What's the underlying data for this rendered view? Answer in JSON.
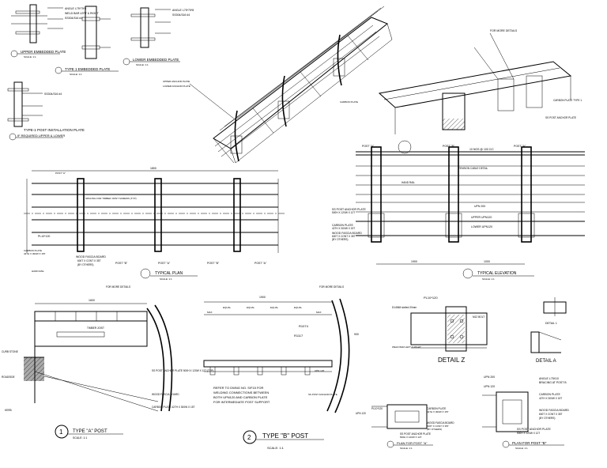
{
  "titles": {
    "upper_embedded": "UPPER EMBEDDED PLATE",
    "type1_embedded": "TYPE 1 EMBEDDED PLATE",
    "lower_embedded": "LOWER EMBEDDED PLATE",
    "type1_post_install": "TYPE-1 POST INSTALLATION PLATE",
    "type1_post_install_sub": "IF REQUIRED UPPER & LOWER",
    "typical_plan": "TYPICAL PLAN",
    "typical_elevation": "TYPICAL ELEVATION",
    "type_a_post": "TYPE \"A\" POST",
    "type_b_post": "TYPE \"B\" POST",
    "detail_z": "DETAIL Z",
    "detail_a": "DETAIL A",
    "plan_post_a": "PLAN FOR POST \"A\"",
    "plan_post_b": "PLAN FOR POST \"B\"",
    "scale_11": "SCALE: 1:1",
    "num_1": "1",
    "num_2": "2"
  },
  "labels": {
    "angle_l": "ANGLE L75*75*8",
    "weld_bar": "WELD BAR LEFT & RIGHT",
    "ss304": "SS304/316 #4",
    "post_a": "POST \"A\"",
    "post_b": "POST \"B\"",
    "carbon_plate": "CARBON PLATE",
    "carbon_plate_dim": "427H X 300W X 15T",
    "wood_fascia": "WOOD FASCIA BOARD",
    "wood_fascia_dim": "600T X CONT X 35T",
    "by_others": "(BY OTHERS)",
    "ss_post_anchor": "SS POST ANCHOR PLATE",
    "ss_post_anchor_dim": "500H X 120W X 12T",
    "upn200": "UPN 200",
    "upn120": "UPN 120",
    "upper_upn120": "UPPER UPN120",
    "lower_upn120": "LOWER UPN120",
    "hand_rail": "HAND RAIL",
    "tension_cable": "TENSION CABLE DETAIL",
    "ten_nos": "10 NOS @ 100 C/C",
    "dim_1900": "1900",
    "dim_1800": "1800",
    "dim_1600": "1600",
    "dim_1000": "1000",
    "dim_900": "900",
    "equal": "EQUAL",
    "max": "MAX",
    "r1074": "R1074",
    "r1117": "R1117",
    "pl10x120": "PL10*120",
    "pl10x120b": "PL10*120",
    "d14mm": "D14MM slotted 20mm",
    "refer_dwg": "REFER TO DWNG NO. S/F15 FOR",
    "welding": "WELDING CONNECTIONS BETWEEN",
    "both_upn": "BOTH UPN120 AND CARBON PLATE",
    "intermediate": "FOR INTERMEDIATE POST SUPPORT",
    "for_more": "FOR MORE DETAILS",
    "angle_brace": "ANGLE L75X10",
    "bracing": "BRACING AT POST B",
    "detail_1": "DETAIL 1",
    "curb_stone": "CURB STONE",
    "kerb": "KERB",
    "roadside": "ROADSIDE",
    "spacing": "SPACING FOR TIMBER JOINT SCREWS (TYP)",
    "timber_joist": "TIMBER JOIST",
    "ss_anchor_typ": "SS POST ANCHOR PLATE 500H X 120W X 12T (TYP)",
    "carbon_typ": "CARBON PLATE 427H X 300W X 15T",
    "lower_anchor": "LOWER ANCHOR PLATE",
    "upper_anchor": "UPPER ANCHOR PLATE",
    "carbon_plate_type": "CARBON PLATE TYPE 1",
    "ss_anchor_b": "SS POST ANCHOR PLATE",
    "m12_bolt": "M12 BOLT",
    "post_a_small": "POST \"A\"",
    "post_b_small": "POST \"B\"",
    "pl10_small": "PL10*120"
  }
}
